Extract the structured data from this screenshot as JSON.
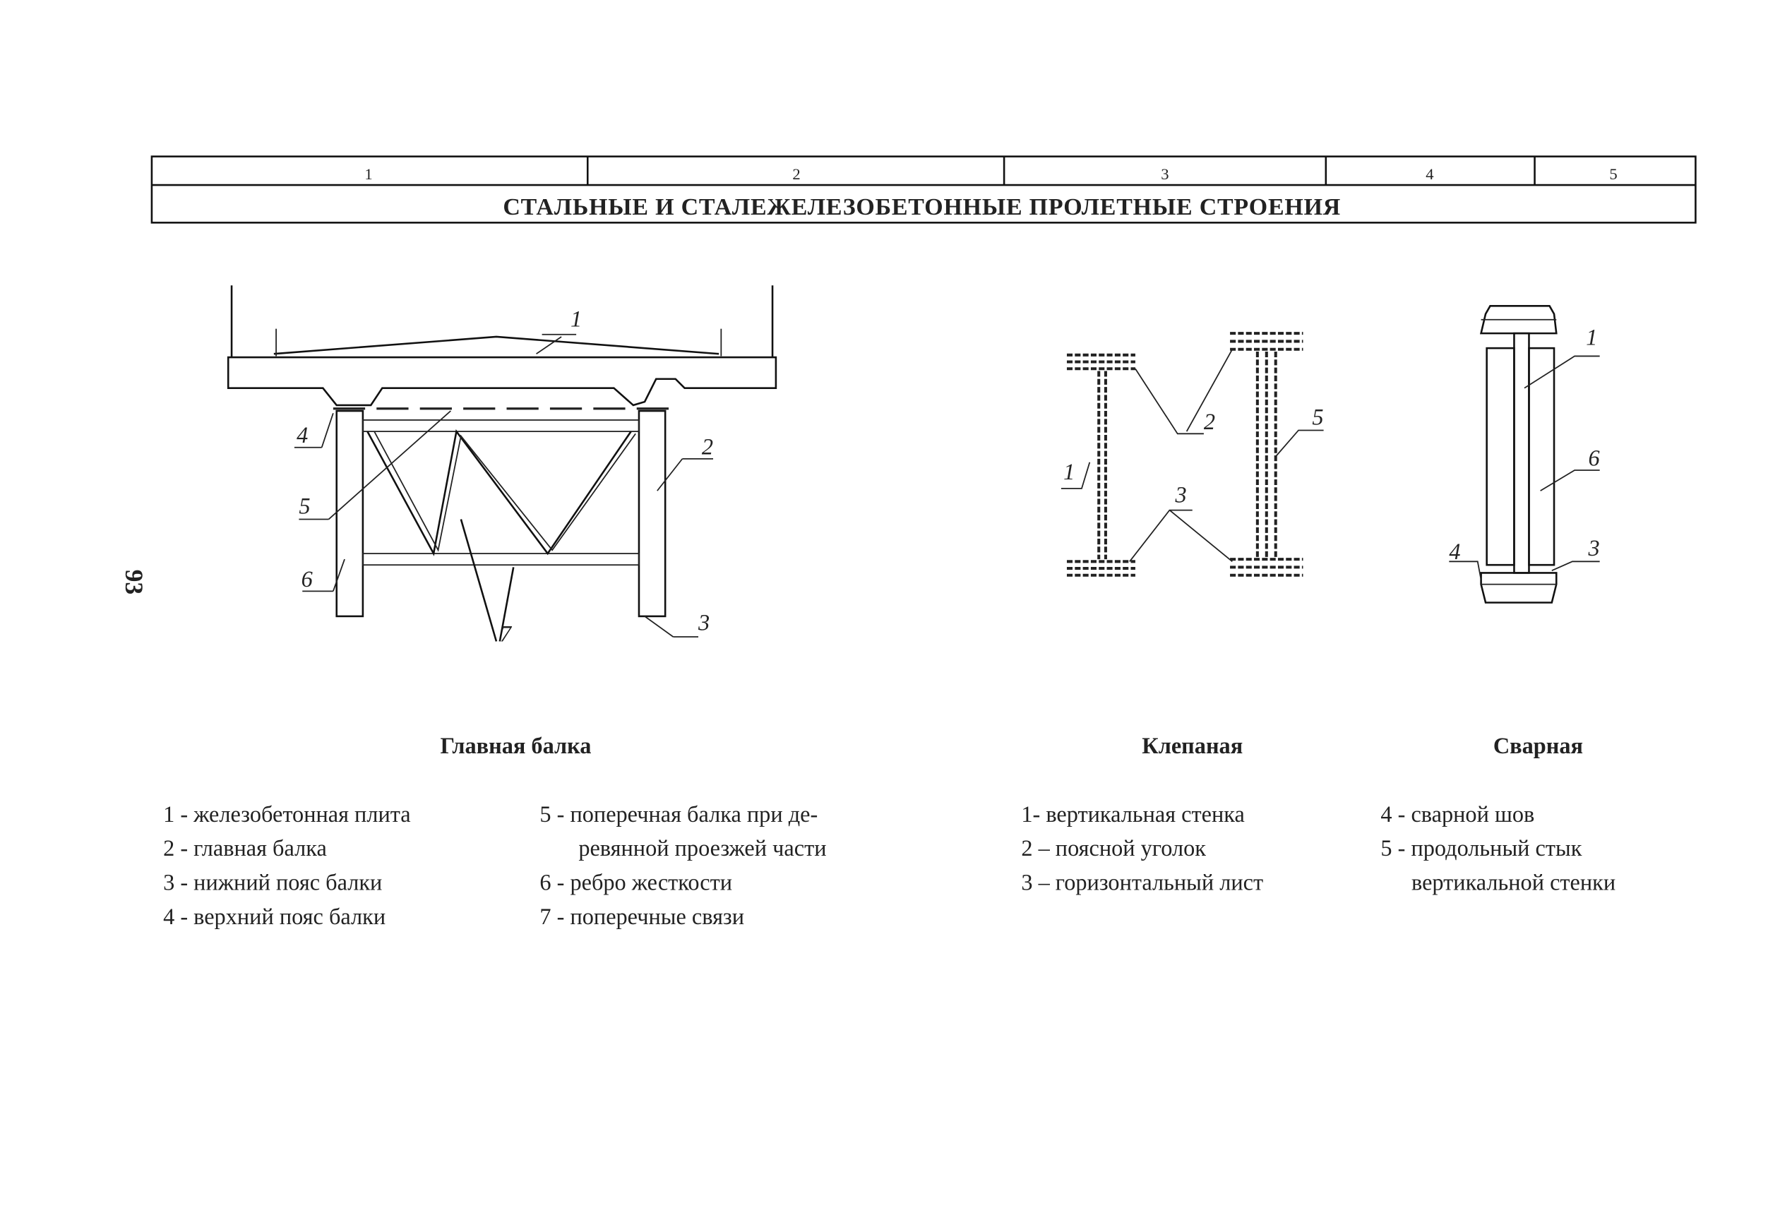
{
  "page_number": "93",
  "header": {
    "columns": [
      "1",
      "2",
      "3",
      "4",
      "5"
    ],
    "title": "СТАЛЬНЫЕ И СТАЛЕЖЕЛЕЗОБЕТОННЫЕ ПРОЛЕТНЫЕ СТРОЕНИЯ"
  },
  "figures": {
    "main_beam": {
      "caption": "Главная балка",
      "callouts": [
        "1",
        "2",
        "3",
        "4",
        "5",
        "6",
        "7"
      ],
      "legend": [
        "1 - железобетонная плита",
        "2 - главная балка",
        "3 - нижний пояс балки",
        "4 - верхний пояс балки",
        "5 - поперечная балка при де-",
        "ревянной проезжей части",
        "6 - ребро жесткости",
        "7 - поперечные связи"
      ]
    },
    "riveted": {
      "caption": "Клепаная",
      "callouts": [
        "1",
        "2",
        "3",
        "5"
      ],
      "legend": [
        "1- вертикальная стенка",
        "2 – поясной уголок",
        "3 – горизонтальный лист"
      ]
    },
    "welded": {
      "caption": "Сварная",
      "callouts": [
        "1",
        "6",
        "4",
        "3"
      ],
      "legend": [
        "4 - сварной шов",
        "5 - продольный стык",
        "вертикальной стенки"
      ]
    }
  }
}
